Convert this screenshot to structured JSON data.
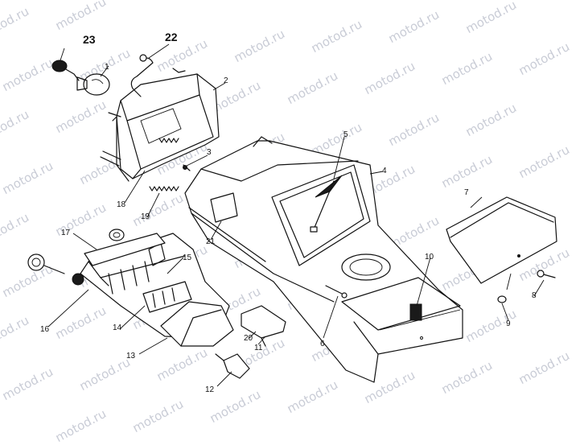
{
  "watermark": "motod.ru",
  "callouts": {
    "c1": "1",
    "c2": "2",
    "c3": "3",
    "c4": "4",
    "c5": "5",
    "c6": "6",
    "c7": "7",
    "c8": "8",
    "c9": "9",
    "c10": "10",
    "c11": "11",
    "c12": "12",
    "c13": "13",
    "c14": "14",
    "c15": "15",
    "c16": "16",
    "c17": "17",
    "c18": "18",
    "c19": "19",
    "c20": "20",
    "c21": "21",
    "c22": "22",
    "c23": "23"
  },
  "colors": {
    "line": "#111111",
    "watermark": "#c9ccd6",
    "background": "#ffffff"
  }
}
